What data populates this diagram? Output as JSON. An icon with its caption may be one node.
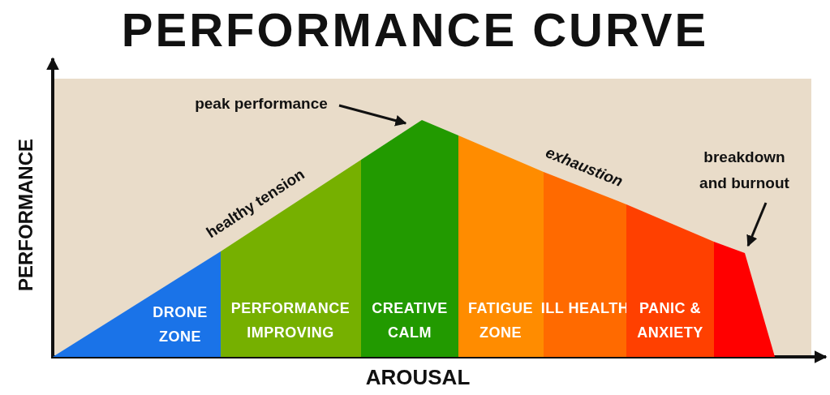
{
  "diagram": {
    "title": "PERFORMANCE CURVE",
    "nodes": [
      {
        "text": [
          "DRONE ZONE"
        ]
      },
      {
        "text": [
          "PERFORMANCE IMPROVING"
        ]
      },
      {
        "text": [
          "CREATIVE CALM"
        ]
      },
      {
        "text": [
          "FATIGUE ZONE"
        ]
      },
      {
        "text": [
          "ILL HEALTH"
        ]
      },
      {
        "text": [
          "PANIC & ANXIETY"
        ]
      },
      {
        "text": [],
        "shape": "bar"
      },
      {
        "text": [
          "peak performance"
        ]
      },
      {
        "text": [
          "breakdown and burnout"
        ]
      }
    ],
    "edges": [
      {
        "from": 7,
        "to": 2,
        "arrow": "to"
      },
      {
        "from": 8,
        "to": 6,
        "arrow": "to"
      }
    ],
    "labels": [
      "healthy tension",
      "exhaustion",
      "PERFORMANCE",
      "AROUSAL"
    ]
  }
}
